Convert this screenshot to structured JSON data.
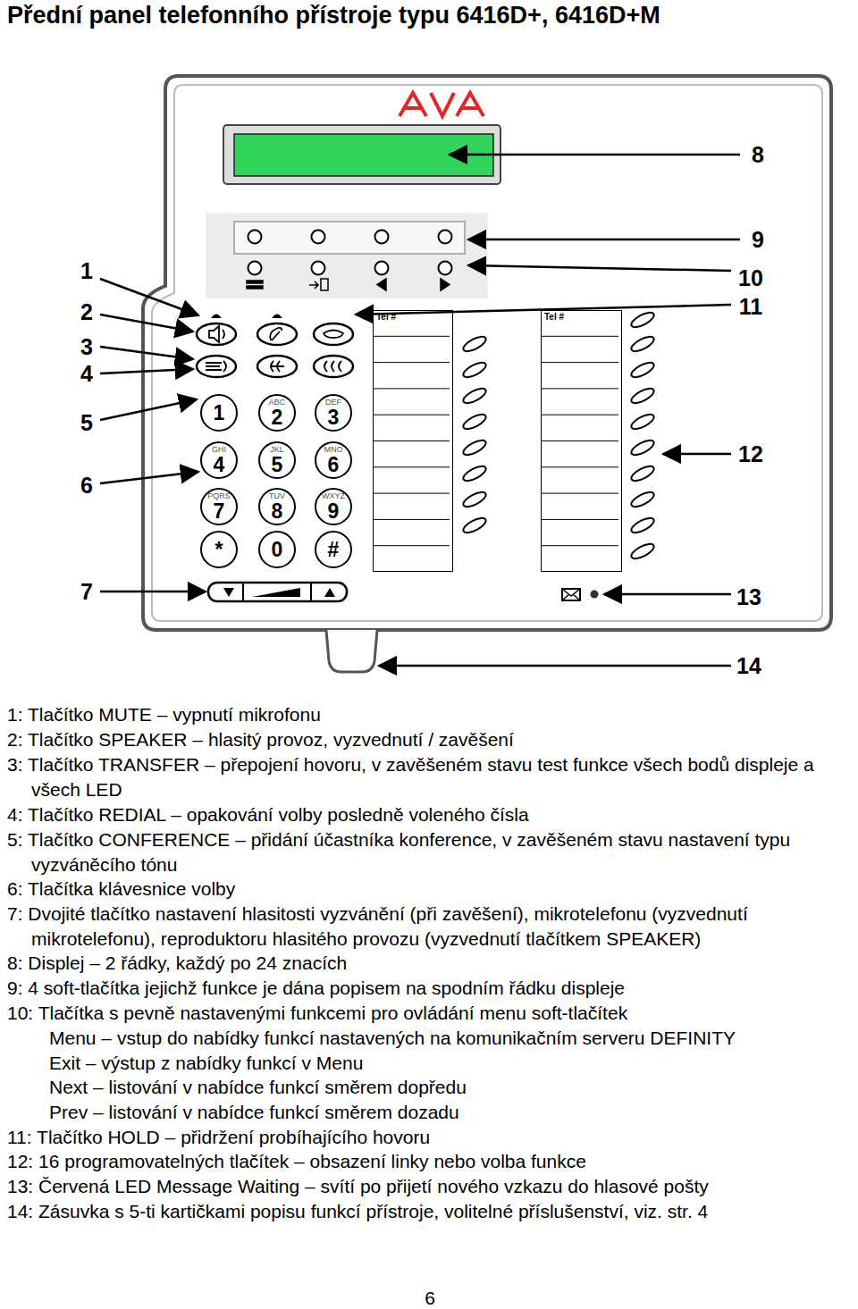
{
  "diagram": {
    "title": "Přední panel telefonního přístroje typu 6416D+, 6416D+M",
    "nodes": [
      {
        "text": [
          "1"
        ]
      },
      {
        "text": [
          "ABC",
          "2"
        ]
      },
      {
        "text": [
          "DEF",
          "3"
        ]
      },
      {
        "text": [
          "GHI",
          "4"
        ]
      },
      {
        "text": [
          "JKL",
          "5"
        ]
      },
      {
        "text": [
          "MNO",
          "6"
        ]
      },
      {
        "text": [
          "PQRS",
          "7"
        ]
      },
      {
        "text": [
          "TUV",
          "8"
        ]
      },
      {
        "text": [
          "WXYZ",
          "9"
        ]
      },
      {
        "text": [
          "*"
        ]
      },
      {
        "text": [
          "0"
        ]
      },
      {
        "text": [
          "#"
        ]
      },
      {
        "text": [
          "Tel #"
        ]
      },
      {
        "text": [
          "Tel #"
        ]
      }
    ],
    "labels": [
      "1",
      "2",
      "3",
      "4",
      "5",
      "6",
      "7",
      "8",
      "9",
      "10",
      "11",
      "12",
      "13",
      "14",
      "1: Tlačítko MUTE – vypnutí mikrofonu",
      "2: Tlačítko SPEAKER – hlasitý provoz, vyzvednutí / zavěšení",
      "3: Tlačítko TRANSFER – přepojení hovoru, v zavěšeném stavu test funkce všech bodů displeje a všech LED",
      "4: Tlačítko REDIAL – opakování volby posledně voleného čísla",
      "5: Tlačítko CONFERENCE – přidání účastníka konference, v zavěšeném stavu nastavení typu vyzváněcího tónu",
      "6: Tlačítka klávesnice volby",
      "7: Dvojité tlačítko nastavení hlasitosti vyzvánění (při zavěšení), mikrotelefonu (vyzvednutí mikrotelefonu), reproduktoru hlasitého provozu (vyzvednutí tlačítkem SPEAKER)",
      "8: Displej – 2 řádky, každý po 24 znacích",
      "9: 4 soft-tlačítka jejichž funkce je dána popisem na spodním řádku displeje",
      "10: Tlačítka s pevně nastavenými funkcemi pro ovládání menu soft-tlačítek",
      "Menu – vstup do nabídky funkcí nastavených na komunikačním serveru DEFINITY",
      "Exit – výstup z nabídky funkcí v Menu",
      "Next – listování v nabídce funkcí směrem dopředu",
      "Prev – listování v nabídce funkcí směrem dozadu",
      "11: Tlačítko HOLD – přidržení probíhajícího hovoru",
      "12: 16 programovatelných tlačítek – obsazení linky nebo volba funkce",
      "13: Červená LED Message Waiting – svítí po přijetí nového vzkazu do hlasové pošty",
      "14: Zásuvka s 5-ti kartičkami popisu funkcí přístroje, volitelné příslušenství, viz. str. 4",
      "6"
    ]
  }
}
